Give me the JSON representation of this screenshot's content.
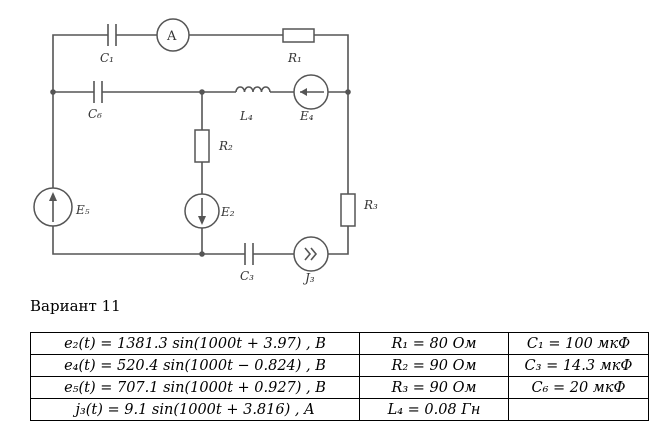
{
  "circuit_labels": {
    "C1": "C₁",
    "ammeter": "A",
    "R1": "R₁",
    "C6": "C₆",
    "L4": "L₄",
    "E4": "E₄",
    "R2": "R₂",
    "E5": "E₅",
    "E2": "E₂",
    "R3": "R₃",
    "C3": "C₃",
    "J3": "J₃"
  },
  "variant_title": "Вариант 11",
  "table": {
    "rows": [
      [
        "e₂(t) = 1381.3 sin(1000t + 3.97) , B",
        "R₁ = 80 Ом",
        "C₁ = 100 мкФ"
      ],
      [
        "e₄(t) = 520.4 sin(1000t − 0.824) , B",
        "R₂ = 90 Ом",
        "C₃ = 14.3 мкФ"
      ],
      [
        "e₅(t) = 707.1 sin(1000t + 0.927) , B",
        "R₃ = 90 Ом",
        "C₆ = 20 мкФ"
      ],
      [
        "j₃(t) = 9.1 sin(1000t + 3.816) , A",
        "L₄ = 0.08 Гн",
        ""
      ]
    ]
  }
}
